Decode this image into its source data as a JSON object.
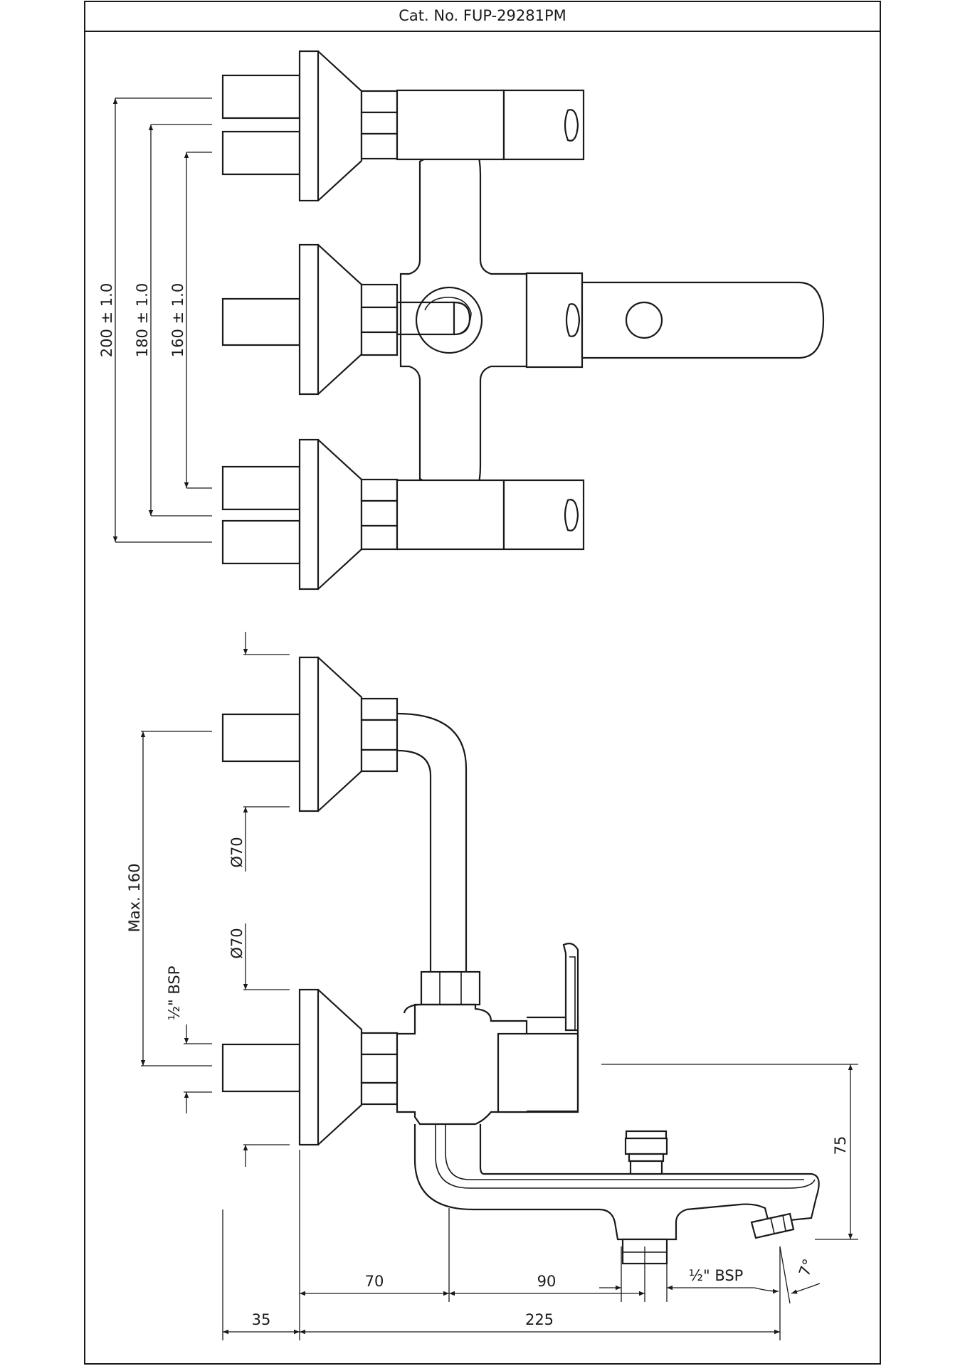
{
  "header": {
    "catalog_number": "Cat. No. FUP-29281PM"
  },
  "dimensions": {
    "d200": "200 ± 1.0",
    "d180": "180 ± 1.0",
    "d160": "160 ± 1.0",
    "max160": "Max. 160",
    "dia70_upper": "Ø70",
    "dia70_lower": "Ø70",
    "bsp_half_left": "½\" BSP",
    "d75": "75",
    "d70": "70",
    "d90": "90",
    "bsp_half_bottom": "½\" BSP",
    "angle7": "7°",
    "d35": "35",
    "d225": "225"
  }
}
